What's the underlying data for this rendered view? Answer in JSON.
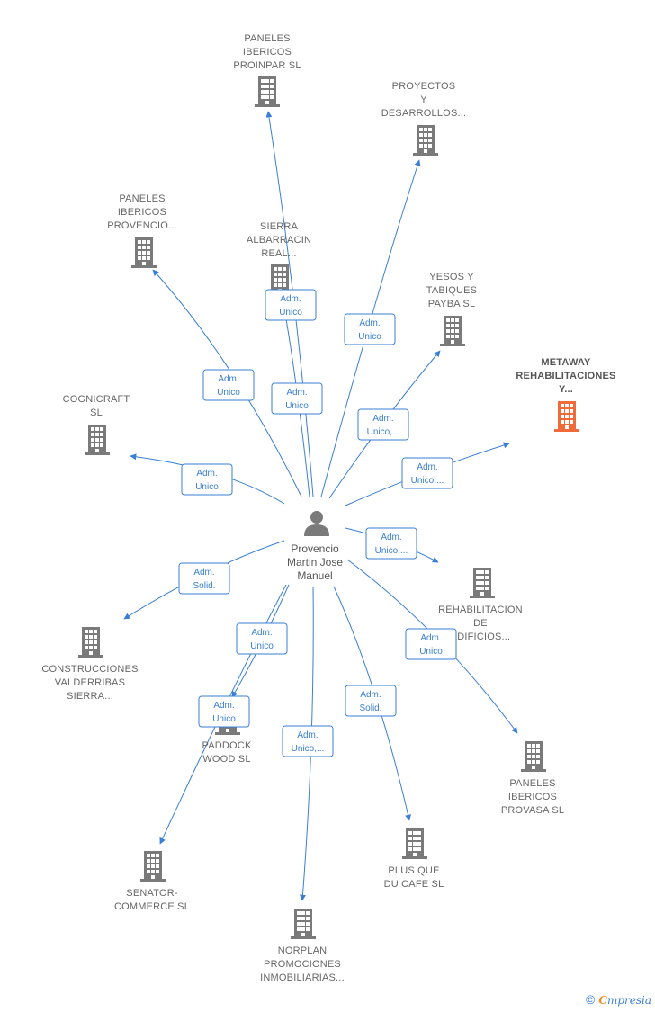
{
  "colors": {
    "edge": "#3a7fd5",
    "building": "#7a7a7a",
    "highlight": "#f06a3a",
    "person": "#7a7a7a"
  },
  "center": {
    "name_lines": [
      "Provencio",
      "Martin Jose",
      "Manuel"
    ],
    "icon": "person-icon"
  },
  "companies": [
    {
      "id": "paneles-proinpar",
      "lines": [
        "PANELES",
        "IBERICOS",
        "PROINPAR  SL"
      ],
      "highlight": false
    },
    {
      "id": "proyectos-desarrollos",
      "lines": [
        "PROYECTOS",
        "Y",
        "DESARROLLOS..."
      ],
      "highlight": false
    },
    {
      "id": "paneles-provencio",
      "lines": [
        "PANELES",
        "IBERICOS",
        "PROVENCIO..."
      ],
      "highlight": false
    },
    {
      "id": "sierra-albarracin",
      "lines": [
        "SIERRA",
        "ALBARRACIN",
        "REAL..."
      ],
      "highlight": false
    },
    {
      "id": "yesos-tabiques",
      "lines": [
        "YESOS Y",
        "TABIQUES",
        "PAYBA SL"
      ],
      "highlight": false
    },
    {
      "id": "metaway",
      "lines": [
        "METAWAY",
        "REHABILITACIONES",
        "Y..."
      ],
      "highlight": true
    },
    {
      "id": "cognicraft",
      "lines": [
        "COGNICRAFT",
        "SL"
      ],
      "highlight": false
    },
    {
      "id": "rehabilitacion-edificios",
      "lines": [
        "REHABILITACION",
        "DE",
        "EDIFICIOS..."
      ],
      "highlight": false
    },
    {
      "id": "construcciones-valderribas",
      "lines": [
        "CONSTRUCCIONES",
        "VALDERRIBAS",
        "SIERRA..."
      ],
      "highlight": false
    },
    {
      "id": "paddock-wood",
      "lines": [
        "PADDOCK",
        "WOOD SL"
      ],
      "highlight": false
    },
    {
      "id": "paneles-provasa",
      "lines": [
        "PANELES",
        "IBERICOS",
        "PROVASA  SL"
      ],
      "highlight": false
    },
    {
      "id": "plus-que-du-cafe",
      "lines": [
        "PLUS QUE",
        "DU CAFE  SL"
      ],
      "highlight": false
    },
    {
      "id": "senator-commerce",
      "lines": [
        "SENATOR-",
        "COMMERCE SL"
      ],
      "highlight": false
    },
    {
      "id": "norplan",
      "lines": [
        "NORPLAN",
        "PROMOCIONES",
        "INMOBILIARIAS..."
      ],
      "highlight": false
    }
  ],
  "edges": [
    {
      "target": "paneles-proinpar",
      "label": [
        "Adm.",
        "Unico"
      ]
    },
    {
      "target": "proyectos-desarrollos",
      "label": [
        "Adm.",
        "Unico"
      ]
    },
    {
      "target": "paneles-provencio",
      "label": [
        "Adm.",
        "Unico"
      ]
    },
    {
      "target": "sierra-albarracin",
      "label": [
        "Adm.",
        "Unico"
      ]
    },
    {
      "target": "yesos-tabiques",
      "label": [
        "Adm.",
        "Unico,..."
      ]
    },
    {
      "target": "metaway",
      "label": [
        "Adm.",
        "Unico,..."
      ]
    },
    {
      "target": "cognicraft",
      "label": [
        "Adm.",
        "Unico"
      ]
    },
    {
      "target": "rehabilitacion-edificios",
      "label": [
        "Adm.",
        "Unico,..."
      ]
    },
    {
      "target": "construcciones-valderribas",
      "label": [
        "Adm.",
        "Solid."
      ]
    },
    {
      "target": "paddock-wood",
      "label": [
        "Adm.",
        "Unico"
      ]
    },
    {
      "target": "paneles-provasa",
      "label": [
        "Adm.",
        "Unico"
      ]
    },
    {
      "target": "plus-que-du-cafe",
      "label": [
        "Adm.",
        "Solid."
      ]
    },
    {
      "target": "senator-commerce",
      "label": [
        "Adm.",
        "Unico"
      ]
    },
    {
      "target": "norplan",
      "label": [
        "Adm.",
        "Unico,..."
      ]
    }
  ],
  "footer": {
    "symbol": "©",
    "brand_first": "C",
    "brand_rest": "mpresia"
  }
}
